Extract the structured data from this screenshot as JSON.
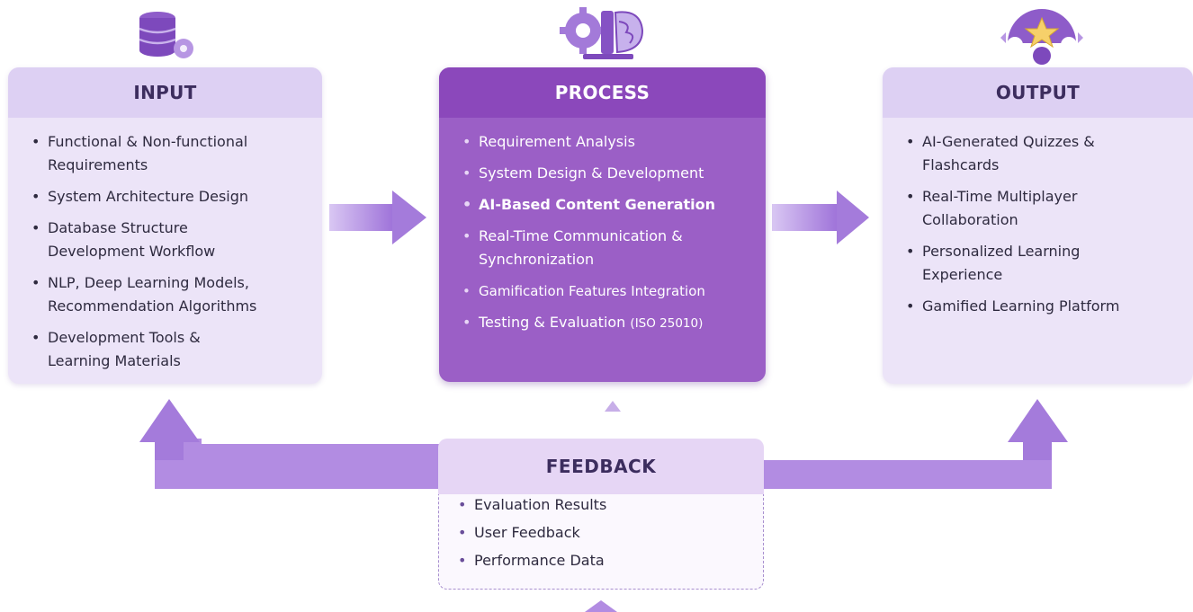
{
  "input": {
    "title": "INPUT",
    "items": [
      "Functional & Non-functional Requirements",
      "System Architecture Design",
      "Database Structure Development Workflow",
      "NLP, Deep Learning Models, Recommendation Algorithms",
      "Development Tools & Learning Materials"
    ]
  },
  "process": {
    "title": "PROCESS",
    "items": [
      "Requirement Analysis",
      "System Design & Development",
      "AI-Based Content Generation",
      "Real-Time Communication & Synchronization",
      "Gamification Features Integration",
      "Testing & Evaluation"
    ],
    "last_item_note": "(ISO 25010)"
  },
  "output": {
    "title": "OUTPUT",
    "items": [
      "AI-Generated Quizzes & Flashcards",
      "Real-Time Multiplayer Collaboration",
      "Personalized Learning Experience",
      "Gamified Learning Platform"
    ]
  },
  "feedback": {
    "title": "FEEDBACK",
    "items": [
      "Evaluation Results",
      "User Feedback",
      "Performance Data"
    ]
  },
  "icons": {
    "input": "database-gear-icon",
    "process": "gear-brain-icon",
    "output": "star-people-icon"
  },
  "colors": {
    "box_light": "#ece4f8",
    "header_light": "#ddd0f3",
    "process_fill": "#9b5fc6",
    "process_header": "#8b48bb",
    "arrow": "#a77fdc",
    "text_dark": "#2e2a3f"
  }
}
